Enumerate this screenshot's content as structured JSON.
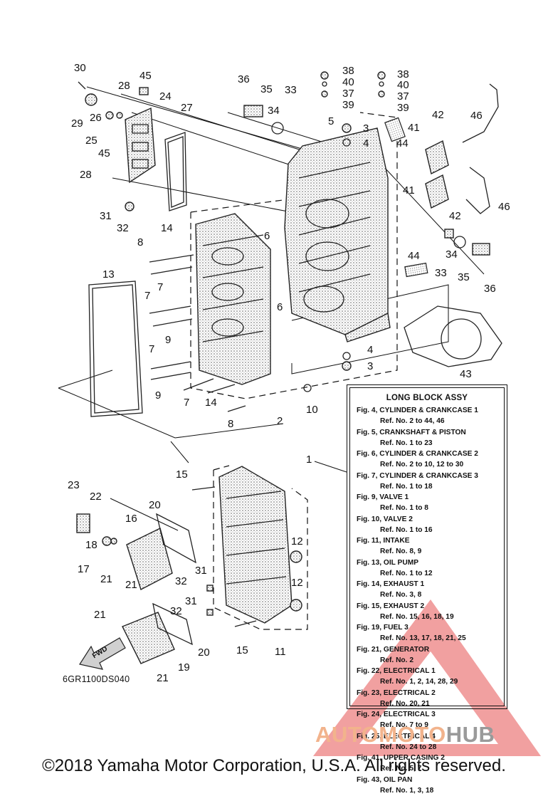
{
  "callouts": [
    {
      "n": "30"
    },
    {
      "n": "45"
    },
    {
      "n": "28"
    },
    {
      "n": "24"
    },
    {
      "n": "29"
    },
    {
      "n": "26"
    },
    {
      "n": "25"
    },
    {
      "n": "45"
    },
    {
      "n": "27"
    },
    {
      "n": "28"
    },
    {
      "n": "31"
    },
    {
      "n": "32"
    },
    {
      "n": "36"
    },
    {
      "n": "35"
    },
    {
      "n": "33"
    },
    {
      "n": "34"
    },
    {
      "n": "38"
    },
    {
      "n": "40"
    },
    {
      "n": "37"
    },
    {
      "n": "39"
    },
    {
      "n": "5"
    },
    {
      "n": "3"
    },
    {
      "n": "4"
    },
    {
      "n": "44"
    },
    {
      "n": "38"
    },
    {
      "n": "40"
    },
    {
      "n": "37"
    },
    {
      "n": "39"
    },
    {
      "n": "42"
    },
    {
      "n": "46"
    },
    {
      "n": "41"
    },
    {
      "n": "41"
    },
    {
      "n": "42"
    },
    {
      "n": "46"
    },
    {
      "n": "6"
    },
    {
      "n": "14"
    },
    {
      "n": "8"
    },
    {
      "n": "7"
    },
    {
      "n": "34"
    },
    {
      "n": "33"
    },
    {
      "n": "35"
    },
    {
      "n": "36"
    },
    {
      "n": "44"
    },
    {
      "n": "13"
    },
    {
      "n": "7"
    },
    {
      "n": "9"
    },
    {
      "n": "6"
    },
    {
      "n": "7"
    },
    {
      "n": "9"
    },
    {
      "n": "4"
    },
    {
      "n": "3"
    },
    {
      "n": "43"
    },
    {
      "n": "7"
    },
    {
      "n": "14"
    },
    {
      "n": "8"
    },
    {
      "n": "2"
    },
    {
      "n": "10"
    },
    {
      "n": "1"
    },
    {
      "n": "15"
    },
    {
      "n": "23"
    },
    {
      "n": "22"
    },
    {
      "n": "20"
    },
    {
      "n": "16"
    },
    {
      "n": "18"
    },
    {
      "n": "17"
    },
    {
      "n": "21"
    },
    {
      "n": "21"
    },
    {
      "n": "12"
    },
    {
      "n": "31"
    },
    {
      "n": "12"
    },
    {
      "n": "32"
    },
    {
      "n": "31"
    },
    {
      "n": "32"
    },
    {
      "n": "21"
    },
    {
      "n": "15"
    },
    {
      "n": "11"
    },
    {
      "n": "20"
    },
    {
      "n": "19"
    },
    {
      "n": "21"
    }
  ],
  "legend": {
    "title": "LONG BLOCK ASSY",
    "entries": [
      {
        "fig": "Fig. 4, CYLINDER & CRANKCASE 1",
        "ref": "Ref. No. 2 to 44, 46"
      },
      {
        "fig": "Fig. 5, CRANKSHAFT & PISTON",
        "ref": "Ref. No. 1 to 23"
      },
      {
        "fig": "Fig. 6, CYLINDER & CRANKCASE 2",
        "ref": "Ref. No. 2 to 10, 12 to 30"
      },
      {
        "fig": "Fig. 7, CYLINDER & CRANKCASE 3",
        "ref": "Ref. No. 1 to 18"
      },
      {
        "fig": "Fig. 9, VALVE 1",
        "ref": "Ref. No. 1 to 8"
      },
      {
        "fig": "Fig. 10, VALVE 2",
        "ref": "Ref. No. 1 to 16"
      },
      {
        "fig": "Fig. 11, INTAKE",
        "ref": "Ref. No. 8, 9"
      },
      {
        "fig": "Fig. 13, OIL PUMP",
        "ref": "Ref. No. 1 to 12"
      },
      {
        "fig": "Fig. 14, EXHAUST 1",
        "ref": "Ref. No. 3, 8"
      },
      {
        "fig": "Fig. 15, EXHAUST 2",
        "ref": "Ref. No. 15, 16, 18, 19"
      },
      {
        "fig": "Fig. 19, FUEL 3",
        "ref": "Ref. No. 13, 17, 18, 21, 25"
      },
      {
        "fig": "Fig. 21, GENERATOR",
        "ref": "Ref. No. 2"
      },
      {
        "fig": "Fig. 22, ELECTRICAL 1",
        "ref": "Ref. No. 1, 2, 14, 28, 29"
      },
      {
        "fig": "Fig. 23, ELECTRICAL 2",
        "ref": "Ref. No. 20, 21"
      },
      {
        "fig": "Fig. 24, ELECTRICAL 3",
        "ref": "Ref. No. 7 to 9"
      },
      {
        "fig": "Fig. 25, ELECTRICAL 4",
        "ref": "Ref. No. 24 to 28"
      },
      {
        "fig": "Fig. 41, UPPER CASING 2",
        "ref": "Ref. No. 5, 7"
      },
      {
        "fig": "Fig. 43, OIL PAN",
        "ref": "Ref. No. 1, 3, 18"
      }
    ]
  },
  "fwd_label": "FWD",
  "diagram_code": "6GR1100DS040",
  "watermark": {
    "part1": "AUTOMOTO",
    "part2": "HUB",
    "accent": "#e23a3a"
  },
  "copyright": "©2018 Yamaha Motor Corporation, U.S.A. All rights reserved."
}
